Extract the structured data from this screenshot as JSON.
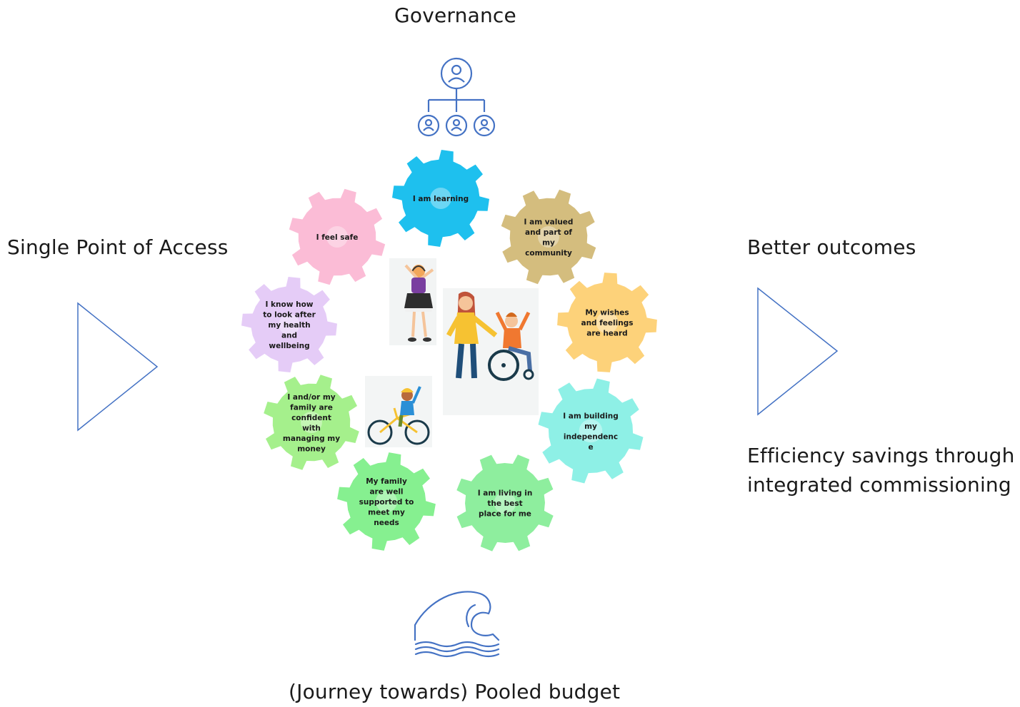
{
  "labels": {
    "governance": "Governance",
    "single_point": "Single Point of Access",
    "better_outcomes": "Better outcomes",
    "efficiency_line1": "Efficiency savings through",
    "efficiency_line2": "integrated commissioning",
    "pooled_budget": "(Journey towards) Pooled budget"
  },
  "gears": [
    {
      "id": "learning",
      "lines": [
        "I am learning"
      ],
      "color": "#1ec0ee"
    },
    {
      "id": "valued",
      "lines": [
        "I am valued",
        "and part of",
        "my",
        "community"
      ],
      "color": "#d4bd7e"
    },
    {
      "id": "wishes",
      "lines": [
        "My wishes",
        "and feelings",
        "are heard"
      ],
      "color": "#fdd27a"
    },
    {
      "id": "independence",
      "lines": [
        "I am building",
        "my",
        "independenc",
        "e"
      ],
      "color": "#8ef0e6"
    },
    {
      "id": "living",
      "lines": [
        "I am living in",
        "the best",
        "place for me"
      ],
      "color": "#8eee9e"
    },
    {
      "id": "family-supported",
      "lines": [
        "My family",
        "are well",
        "supported to",
        "meet my",
        "needs"
      ],
      "color": "#86f090"
    },
    {
      "id": "money",
      "lines": [
        "I and/or my",
        "family are",
        "confident",
        "with",
        "managing my",
        "money"
      ],
      "color": "#a5f08c"
    },
    {
      "id": "health",
      "lines": [
        "I know how",
        "to look after",
        "my health",
        "and",
        "wellbeing"
      ],
      "color": "#e5ccf7"
    },
    {
      "id": "safe",
      "lines": [
        "I feel safe"
      ],
      "color": "#fbbcd6"
    }
  ],
  "icons": {
    "governance": "org-chart-icon",
    "pooled_budget": "wave-icon",
    "left_arrow": "triangle-arrow-icon",
    "right_arrow": "triangle-arrow-icon"
  },
  "colors": {
    "outline_blue": "#4472c4"
  }
}
